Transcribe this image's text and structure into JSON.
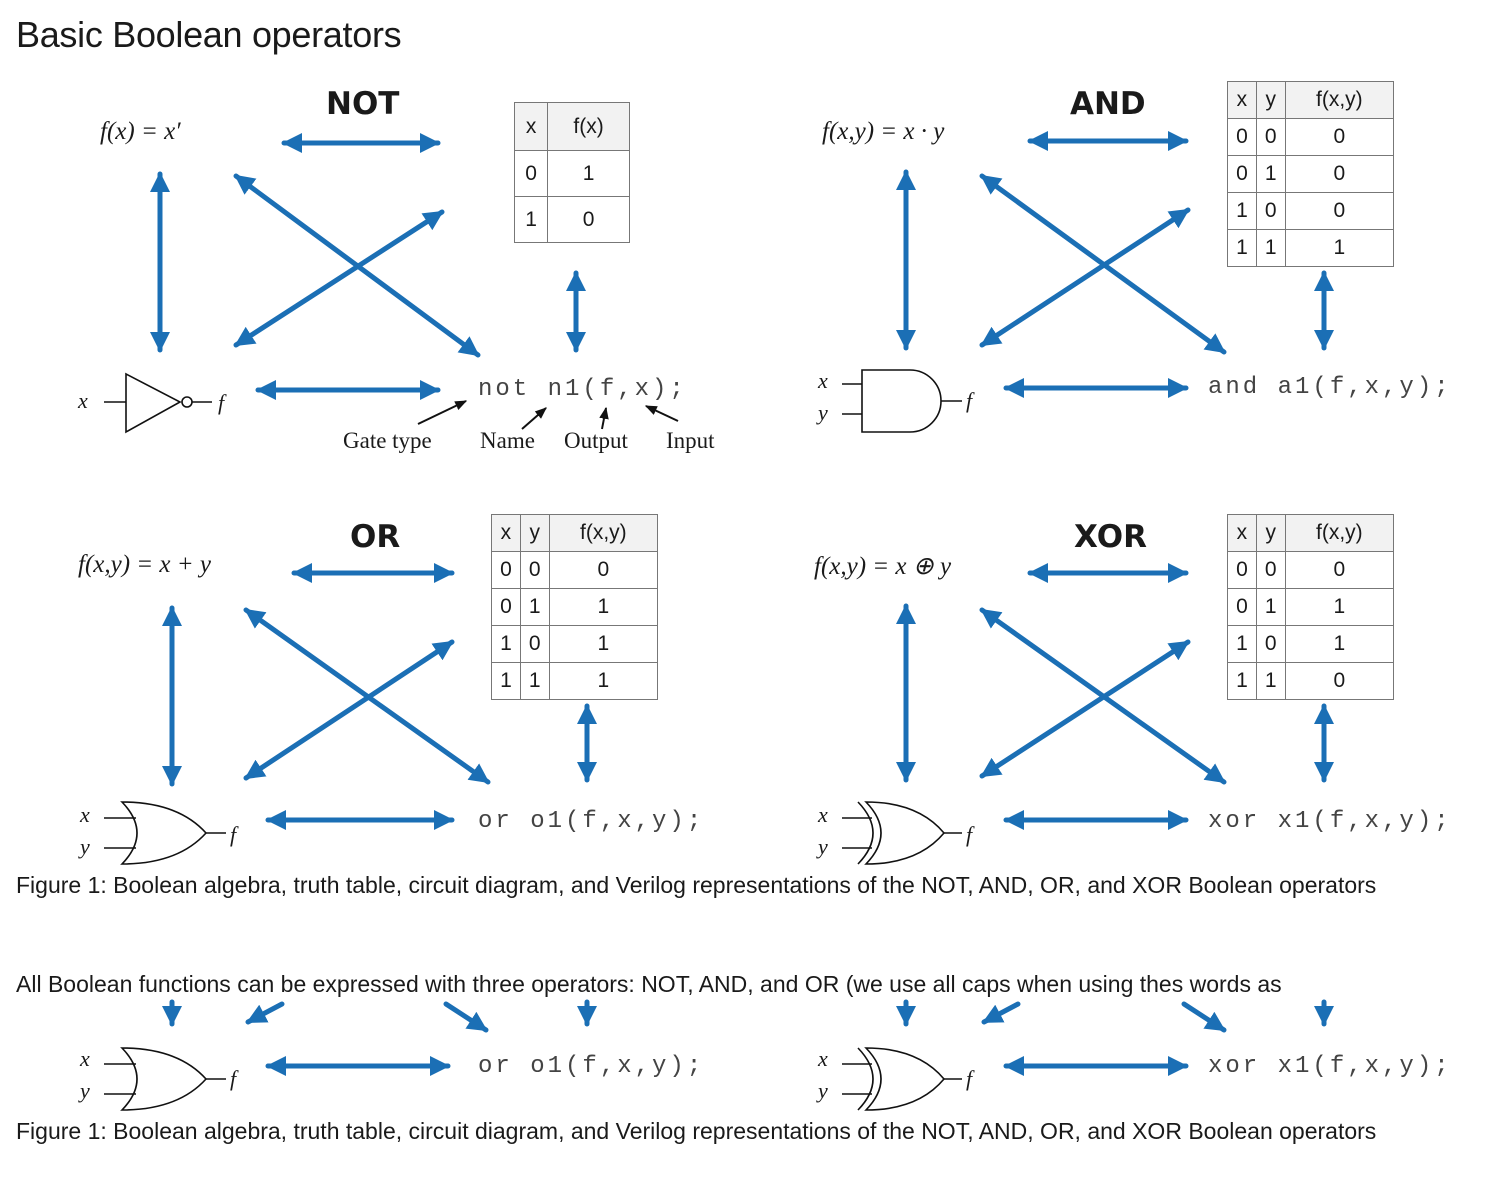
{
  "page": {
    "title": "Basic Boolean operators"
  },
  "operators": {
    "not": {
      "title": "NOT",
      "equation": "f(x) = x′",
      "verilog": "not n1(f,x);",
      "table": {
        "headers": [
          "x",
          "f(x)"
        ],
        "rows": [
          [
            "0",
            "1"
          ],
          [
            "1",
            "0"
          ]
        ]
      },
      "annotations": {
        "gate_type": "Gate type",
        "name": "Name",
        "output": "Output",
        "input": "Input"
      },
      "inputs": [
        "x"
      ],
      "output": "f"
    },
    "and": {
      "title": "AND",
      "equation": "f(x,y) = x · y",
      "verilog": "and a1(f,x,y);",
      "table": {
        "headers": [
          "x",
          "y",
          "f(x,y)"
        ],
        "rows": [
          [
            "0",
            "0",
            "0"
          ],
          [
            "0",
            "1",
            "0"
          ],
          [
            "1",
            "0",
            "0"
          ],
          [
            "1",
            "1",
            "1"
          ]
        ]
      },
      "inputs": [
        "x",
        "y"
      ],
      "output": "f"
    },
    "or": {
      "title": "OR",
      "equation": "f(x,y) = x + y",
      "verilog": "or o1(f,x,y);",
      "table": {
        "headers": [
          "x",
          "y",
          "f(x,y)"
        ],
        "rows": [
          [
            "0",
            "0",
            "0"
          ],
          [
            "0",
            "1",
            "1"
          ],
          [
            "1",
            "0",
            "1"
          ],
          [
            "1",
            "1",
            "1"
          ]
        ]
      },
      "inputs": [
        "x",
        "y"
      ],
      "output": "f"
    },
    "xor": {
      "title": "XOR",
      "equation": "f(x,y) = x ⊕ y",
      "verilog": "xor x1(f,x,y);",
      "table": {
        "headers": [
          "x",
          "y",
          "f(x,y)"
        ],
        "rows": [
          [
            "0",
            "0",
            "0"
          ],
          [
            "0",
            "1",
            "1"
          ],
          [
            "1",
            "0",
            "1"
          ],
          [
            "1",
            "1",
            "0"
          ]
        ]
      },
      "inputs": [
        "x",
        "y"
      ],
      "output": "f"
    }
  },
  "caption": "Figure 1: Boolean algebra, truth table, circuit diagram, and Verilog representations of the NOT, AND, OR, and XOR Boolean operators",
  "body_text": "All Boolean functions can be expressed with three operators: NOT, AND, and OR (we use all caps when using thes words as",
  "repeat": {
    "or_verilog": "or o1(f,x,y);",
    "xor_verilog": "xor x1(f,x,y);",
    "caption": "Figure 1: Boolean algebra, truth table, circuit diagram, and Verilog representations of the NOT, AND, OR, and XOR Boolean operators"
  },
  "colors": {
    "arrow": "#1b6fb5",
    "text": "#1a1a1a",
    "code": "#444444"
  }
}
